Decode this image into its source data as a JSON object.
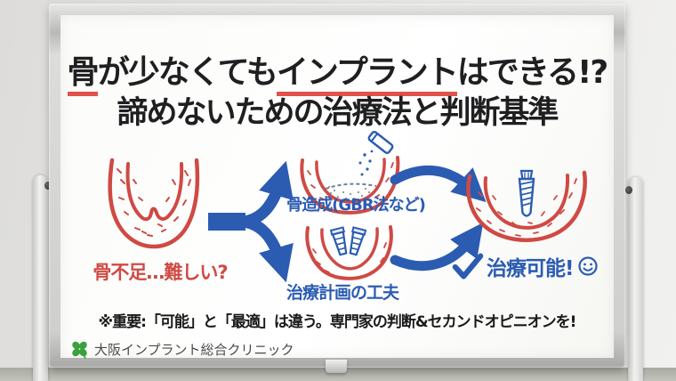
{
  "title": {
    "segments": [
      {
        "text": "骨",
        "underlined": true
      },
      {
        "text": "が少なくても",
        "underlined": false
      },
      {
        "text": "インプラント",
        "underlined": true
      },
      {
        "text": "はできる!?",
        "underlined": false
      }
    ],
    "line2": "諦めないための治療法と判断基準"
  },
  "flow": {
    "start": {
      "label": "骨不足…難しい?",
      "drawing": "deficient-jawbone-sketch"
    },
    "branch1": {
      "label": "骨造成(GBR法など)",
      "drawing": "bone-graft-jawbone-sketch"
    },
    "branch2": {
      "label": "治療計画の工夫",
      "drawing": "angled-implants-jawbone-sketch"
    },
    "result": {
      "label": "治療可能!",
      "check_icon": "checkmark",
      "face_icon": "smiley-face",
      "drawing": "implant-placed-jawbone-sketch"
    },
    "arrows": [
      "split-arrow",
      "converge-arrow-top",
      "converge-arrow-bottom"
    ]
  },
  "note": "※重要:「可能」と「最適」は違う。専門家の判断&セカンドオピニオンを!",
  "footer": {
    "logo_icon": "four-leaf-clover",
    "clinic_name": "大阪インプラント総合クリニック"
  },
  "colors": {
    "marker_red": "#cf4a44",
    "underline_red": "#e0524a",
    "marker_blue": "#2b5cb2",
    "marker_black": "#1f1f22",
    "graft_gray_blue": "#8193ad",
    "clover_green": "#3ba03e",
    "board_white": "#fbfbf9",
    "wall_gray": "#e7e6e4",
    "frame_silver": "#cfcfcd"
  }
}
